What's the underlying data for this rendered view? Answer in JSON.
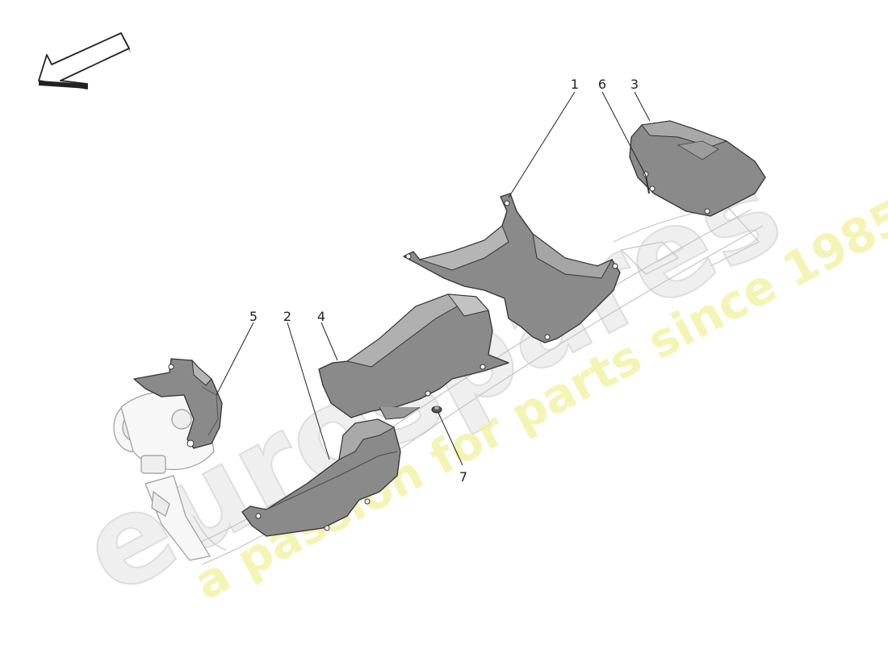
{
  "diagram": {
    "callouts": [
      {
        "id": "1",
        "label": "1"
      },
      {
        "id": "6",
        "label": "6"
      },
      {
        "id": "3",
        "label": "3"
      },
      {
        "id": "5",
        "label": "5"
      },
      {
        "id": "2",
        "label": "2"
      },
      {
        "id": "4",
        "label": "4"
      },
      {
        "id": "7",
        "label": "7"
      }
    ]
  },
  "watermark": {
    "brand": "eurospares",
    "tagline": "a passion for parts since 1985",
    "brand_color": "#e6e6e6",
    "tagline_color": "#f3f3a0"
  },
  "colors": {
    "shield_fill": "#8a8a8a",
    "shield_light": "#c8c8c8",
    "line": "#333333",
    "outline_light": "#bbbbbb"
  }
}
